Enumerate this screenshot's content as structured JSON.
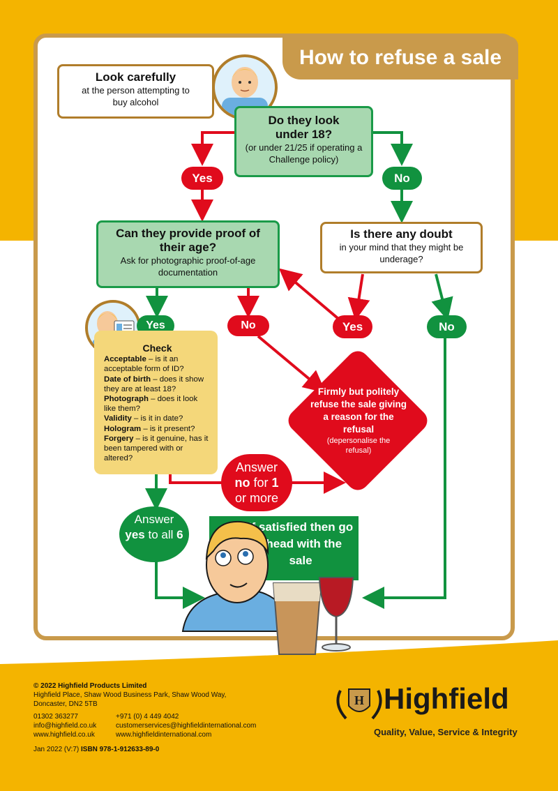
{
  "title": "How to refuse a sale",
  "look": {
    "heading": "Look carefully",
    "sub": "at the person attempting to buy alcohol"
  },
  "under18": {
    "heading": "Do they look under 18?",
    "sub": "(or under 21/25 if operating a Challenge policy)"
  },
  "proof": {
    "heading": "Can they provide proof of their age?",
    "sub": "Ask for photographic proof-of-age documentation"
  },
  "doubt": {
    "heading": "Is there any doubt",
    "sub": "in your mind that they might be underage?"
  },
  "labels": {
    "yes": "Yes",
    "no": "No"
  },
  "check": {
    "title": "Check",
    "items": [
      {
        "term": "Acceptable",
        "desc": " – is it an acceptable form of ID?"
      },
      {
        "term": "Date of birth",
        "desc": " – does it show they are at least 18?"
      },
      {
        "term": "Photograph",
        "desc": " – does it look like them?"
      },
      {
        "term": "Validity",
        "desc": " – is it in date?"
      },
      {
        "term": "Hologram",
        "desc": " – is it present?"
      },
      {
        "term": "Forgery",
        "desc": " – is it genuine, has it been tampered with or altered?"
      }
    ]
  },
  "refuse": {
    "main": "Firmly but politely refuse the sale giving a reason for the refusal",
    "sub": "(depersonalise the refusal)"
  },
  "answer_no": {
    "pre": "Answer",
    "bold1": "no",
    "mid": " for ",
    "bold2": "1",
    "post": " or more"
  },
  "answer_yes": {
    "pre": "Answer",
    "bold1": "yes",
    "mid": " to all ",
    "bold2": "6"
  },
  "satisfied": "If satisfied then go ahead with the sale",
  "footer": {
    "company": "© 2022 Highfield Products Limited",
    "address": "Highfield Place, Shaw Wood Business Park, Shaw Wood Way, Doncaster, DN2 5TB",
    "uk_phone": "01302 363277",
    "uk_email": "info@highfield.co.uk",
    "uk_web": "www.highfield.co.uk",
    "intl_phone": "+971 (0) 4 449 4042",
    "intl_email": "customerservices@highfieldinternational.com",
    "intl_web": "www.highfieldinternational.com",
    "edition": "Jan 2022 (V:7)",
    "isbn": "ISBN 978-1-912633-89-0"
  },
  "brand": {
    "name": "Highfield",
    "tagline": "Quality, Value, Service & Integrity"
  },
  "colors": {
    "gold": "#c99a4b",
    "yellow": "#f4b400",
    "green": "#11923f",
    "red": "#e00b1c",
    "pale_green": "#a8d8b0",
    "check_yellow": "#f4d77a"
  }
}
